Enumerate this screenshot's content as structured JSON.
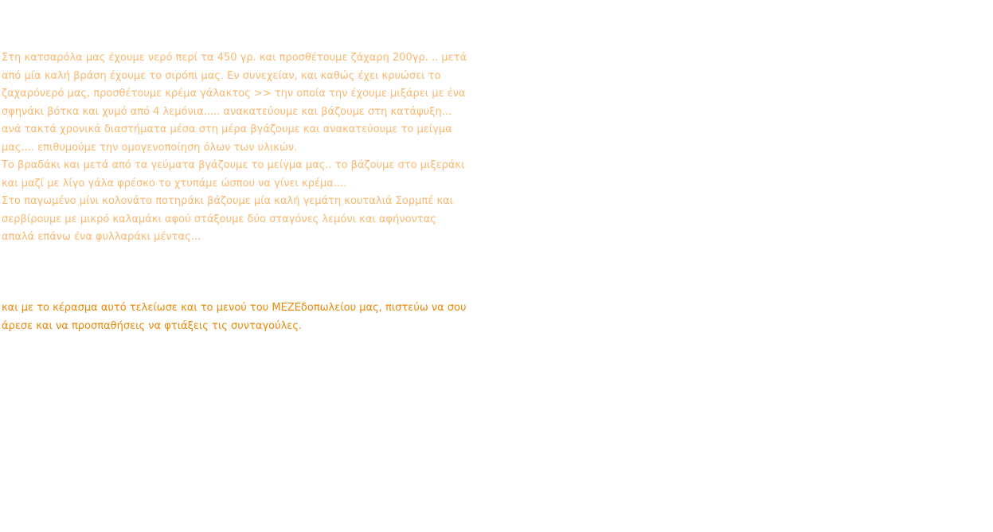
{
  "recipe": {
    "paragraphs": [
      "Στη κατσαρόλα μας έχουμε νερό περί τα 450 γρ. και προσθέτουμε ζάχαρη 200γρ. .. μετά από μία καλή βράση έχουμε το σιρόπι μας. Εν συνεχείαν, και καθώς έχει κρυώσει το ζαχαρόνερό μας, προσθέτουμε κρέμα γάλακτος >> την οποία την έχουμε μιξάρει με ένα σφηνάκι βότκα και χυμό από 4 λεμόνια..... ανακατεύουμε και βάζουμε στη κατάψυξη... ανά τακτά χρονικά διαστήματα μέσα στη μέρα βγάζουμε και ανακατεύουμε το μείγμα μας.... επιθυμούμε την ομογενοποίηση όλων των υλικών.",
      "Το βραδάκι και μετά από τα γεύματα βγάζουμε το μείγμα μας.. το βάζουμε στο μιξεράκι και μαζί με λίγο γάλα φρέσκο το χτυπάμε ώσπου να γίνει κρέμα....",
      "Στο παγωμένο μίνι κολονάτο ποτηράκι βάζουμε μία καλή γεμάτη κουταλιά Σορμπέ και σερβίρουμε με μικρό καλαμάκι αφού στάξουμε δύο σταγόνες λεμόνι και αφήνοντας απαλά επάνω ένα φυλλαράκι μέντας..."
    ]
  },
  "closing": {
    "text": "και με το κέρασμα αυτό τελείωσε και το μενού του ΜΕΖΕδοπωλείου μας, πιστεύω να σου άρεσε και να προσπαθήσεις να φτιάξεις τις συνταγούλες."
  },
  "colors": {
    "recipe_text": "#f9b870",
    "closing_text": "#e8890a"
  }
}
